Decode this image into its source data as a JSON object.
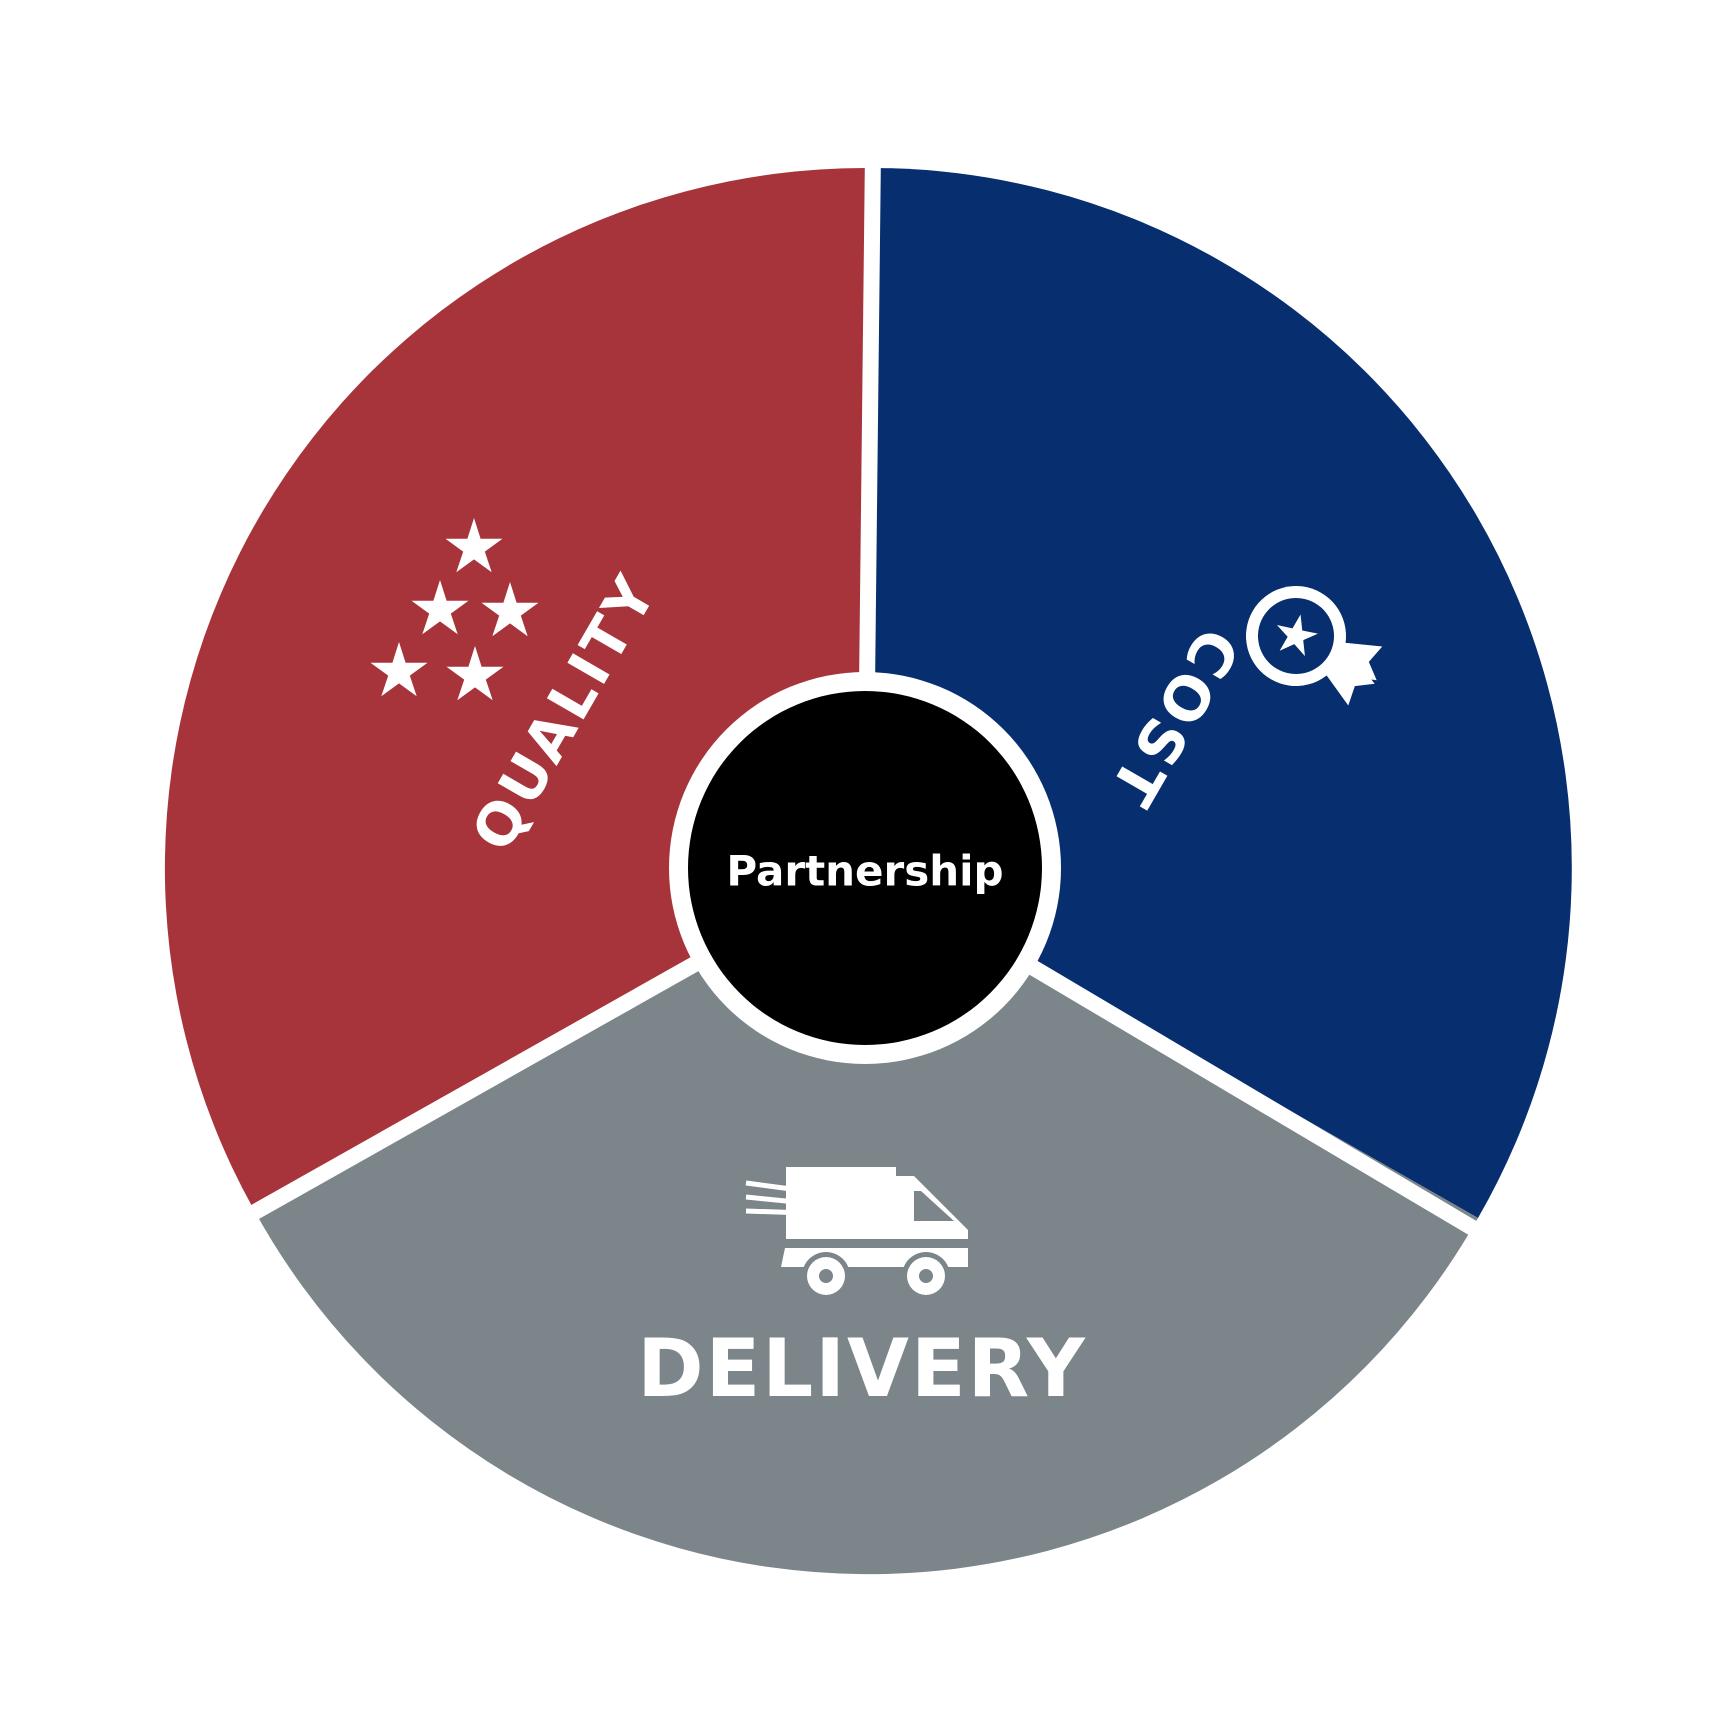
{
  "diagram": {
    "center_label": "Partnership",
    "segments": [
      {
        "label": "QUALITY",
        "icon": "stars-icon",
        "color": "#a8343b"
      },
      {
        "label": "COST",
        "icon": "badge-icon",
        "color": "#072e6e"
      },
      {
        "label": "DELIVERY",
        "icon": "delivery-truck-icon",
        "color": "#7b858a"
      }
    ],
    "center_color": "#000000",
    "divider_color": "#ffffff"
  }
}
